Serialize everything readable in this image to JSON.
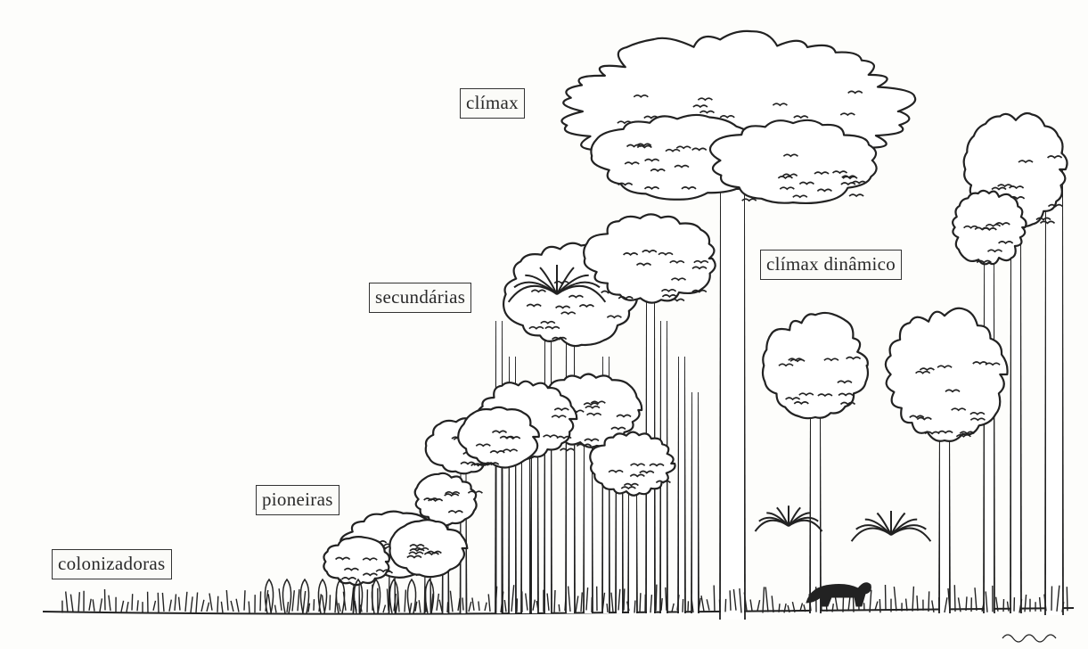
{
  "figure": {
    "stages": [
      {
        "id": "colonizadoras",
        "label": "colonizadoras"
      },
      {
        "id": "pioneiras",
        "label": "pioneiras"
      },
      {
        "id": "secundarias",
        "label": "secundárias"
      },
      {
        "id": "climax",
        "label": "clímax"
      },
      {
        "id": "climax-dinamico",
        "label": "clímax dinâmico"
      }
    ],
    "colors": {
      "ink": "#222222",
      "paper": "#fdfdfb",
      "fill": "#ffffff"
    }
  }
}
